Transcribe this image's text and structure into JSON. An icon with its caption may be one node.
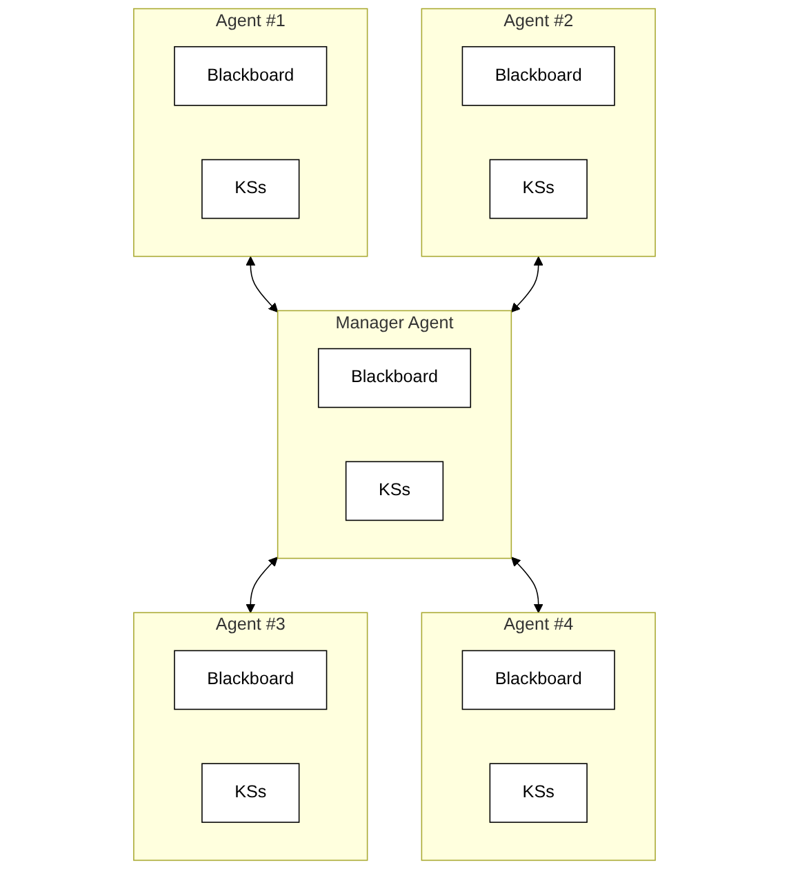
{
  "diagram": {
    "nodes": [
      {
        "text": [
          "Agent #1"
        ]
      },
      {
        "text": [
          "Blackboard"
        ],
        "in": 0
      },
      {
        "text": [
          "KSs"
        ],
        "in": 0
      },
      {
        "text": [
          "Agent #2"
        ]
      },
      {
        "text": [
          "Blackboard"
        ],
        "in": 3
      },
      {
        "text": [
          "KSs"
        ],
        "in": 3
      },
      {
        "text": [
          "Manager Agent"
        ]
      },
      {
        "text": [
          "Blackboard"
        ],
        "in": 6
      },
      {
        "text": [
          "KSs"
        ],
        "in": 6
      },
      {
        "text": [
          "Agent #3"
        ]
      },
      {
        "text": [
          "Blackboard"
        ],
        "in": 9
      },
      {
        "text": [
          "KSs"
        ],
        "in": 9
      },
      {
        "text": [
          "Agent #4"
        ]
      },
      {
        "text": [
          "Blackboard"
        ],
        "in": 12
      },
      {
        "text": [
          "KSs"
        ],
        "in": 12
      }
    ],
    "edges": [
      {
        "from": 0,
        "to": 6,
        "arrow": "both"
      },
      {
        "from": 3,
        "to": 6,
        "arrow": "both"
      },
      {
        "from": 6,
        "to": 9,
        "arrow": "both"
      },
      {
        "from": 6,
        "to": 12,
        "arrow": "both"
      }
    ]
  }
}
